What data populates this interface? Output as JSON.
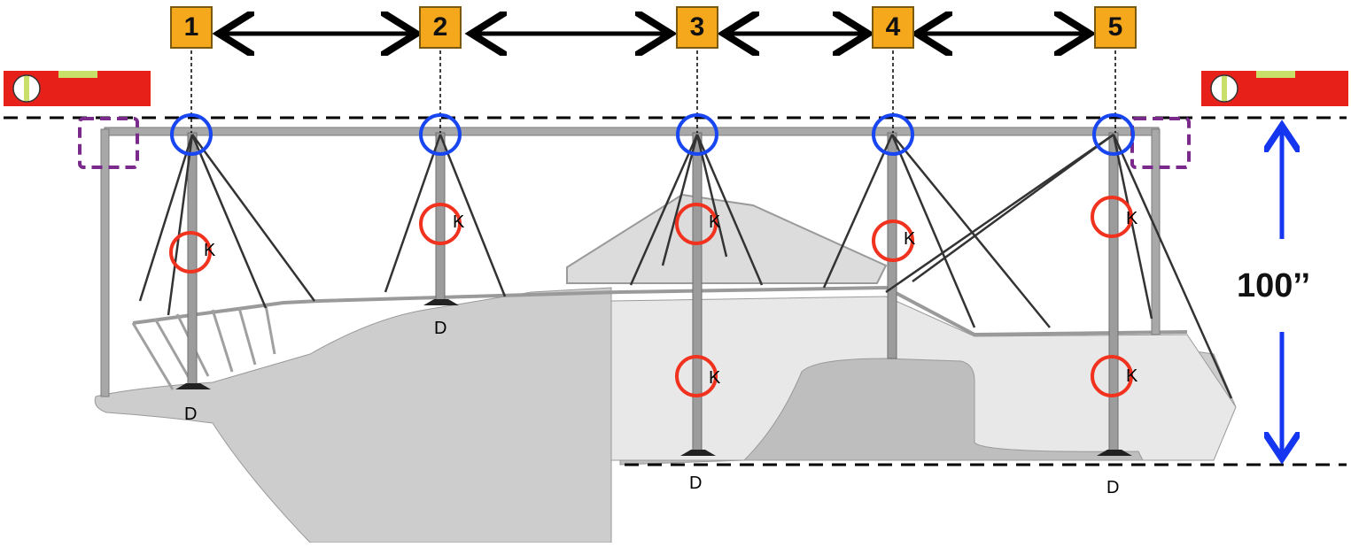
{
  "stations": [
    "1",
    "2",
    "3",
    "4",
    "5"
  ],
  "labels": {
    "k": "K",
    "d": "D"
  },
  "dimension": "100’’",
  "colors": {
    "station_box": "#F5A81C",
    "blue_circle": "#1846F0",
    "red_circle": "#F0321E",
    "purple_box": "#7A2A8A",
    "level": "#E8201A",
    "dimension_arrow": "#1436F0",
    "hull": "#CDCDCD"
  },
  "icons": [
    "spirit-level-icon",
    "double-arrow-icon"
  ]
}
